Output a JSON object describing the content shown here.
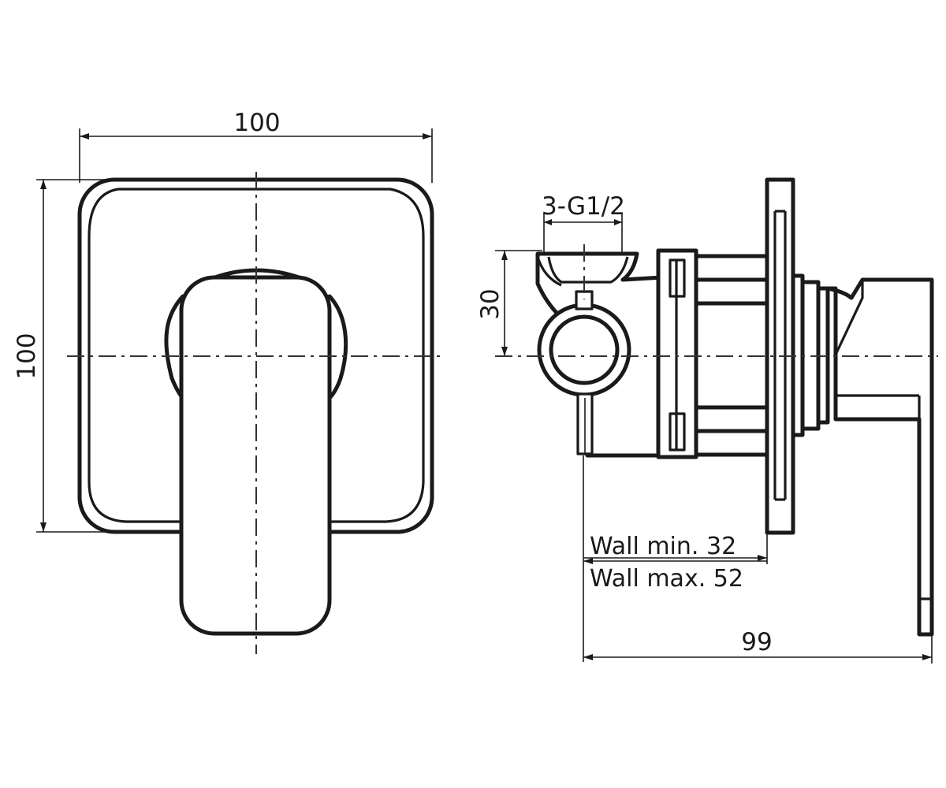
{
  "front_view": {
    "width_dim": "100",
    "height_dim": "100"
  },
  "side_view": {
    "thread_dim": "3-G1/2",
    "inlet_height_dim": "30",
    "wall_min": "Wall min. 32",
    "wall_max": "Wall max. 52",
    "depth_dim": "99"
  },
  "colors": {
    "line": "#1a1a1a",
    "background": "#ffffff"
  }
}
